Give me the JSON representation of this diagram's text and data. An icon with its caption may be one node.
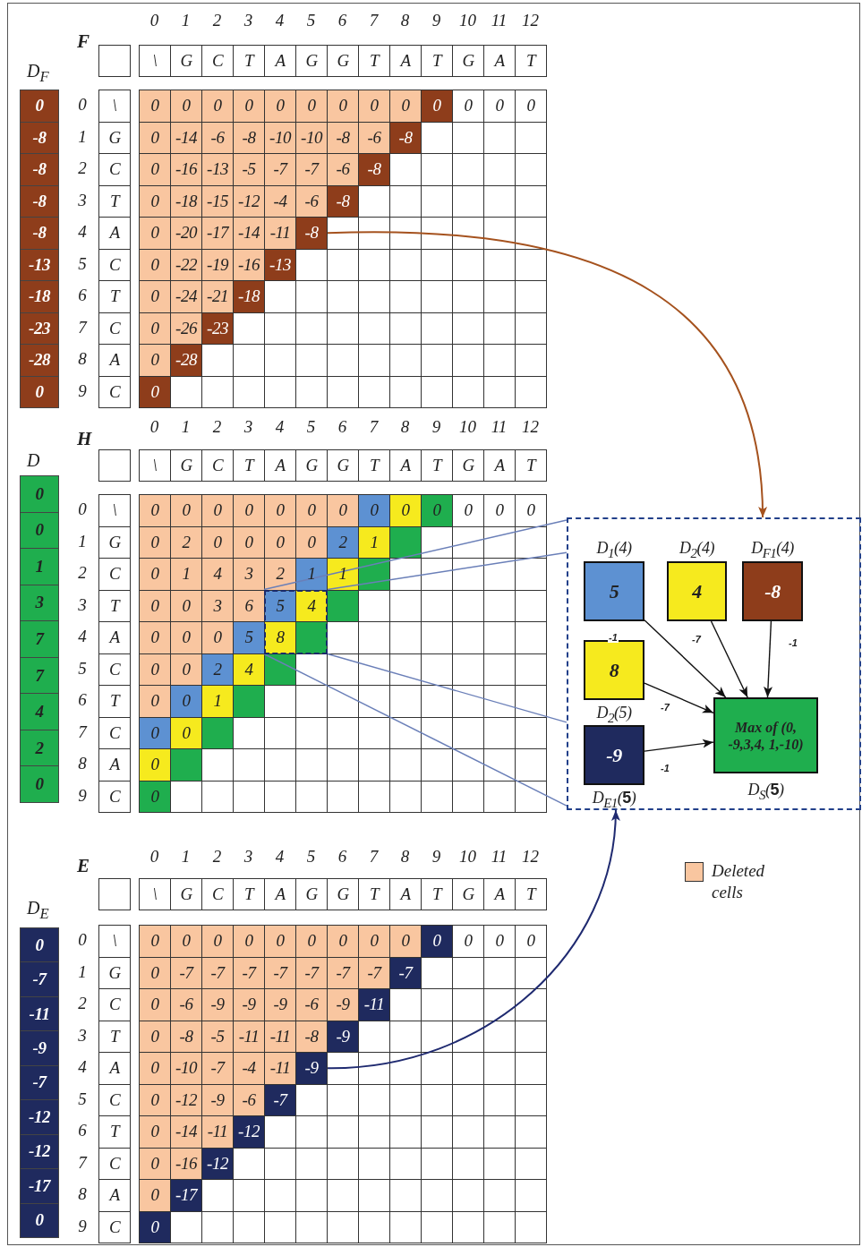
{
  "diagram": {
    "nodes": [
      {
        "text": [
          "-8"
        ]
      },
      {
        "text": [],
        "shape": "box"
      },
      {
        "text": [],
        "shape": "box"
      },
      {
        "text": [
          "D$_{1}$(4)",
          "5"
        ],
        "in": 2
      },
      {
        "text": [
          "D$_{2}$(4)",
          "4"
        ],
        "in": 2
      },
      {
        "text": [
          "D$_{F1}$(4)",
          "-8"
        ],
        "in": 2
      },
      {
        "text": [
          "8",
          "D$_{2}$(5)"
        ],
        "in": 2
      },
      {
        "text": [
          "-9",
          "D$_{E1}$(**5**)"
        ],
        "in": 2
      },
      {
        "text": [
          "Max of (0, -9,3,4, 1,-10)",
          "D$_{S}$(**5**)"
        ],
        "in": 2
      },
      {
        "text": [
          "-9"
        ]
      }
    ],
    "edges": [
      {
        "from": 0,
        "to": 2,
        "arrow": "to",
        "color": "#a5521e"
      },
      {
        "from": 1,
        "to": 2,
        "arrow": "none",
        "color": "#6a7fb8"
      },
      {
        "from": 1,
        "to": 2,
        "arrow": "none",
        "color": "#6a7fb8"
      },
      {
        "from": 1,
        "to": 2,
        "arrow": "none",
        "color": "#6a7fb8"
      },
      {
        "from": 1,
        "to": 2,
        "arrow": "none",
        "color": "#6a7fb8"
      },
      {
        "from": 3,
        "to": 8,
        "arrow": "to",
        "label": "-1"
      },
      {
        "from": 4,
        "to": 8,
        "arrow": "to",
        "label": "-7"
      },
      {
        "from": 5,
        "to": 8,
        "arrow": "to",
        "label": "-1"
      },
      {
        "from": 6,
        "to": 8,
        "arrow": "to",
        "label": "-7"
      },
      {
        "from": 7,
        "to": 8,
        "arrow": "to",
        "label": "-1"
      },
      {
        "from": 9,
        "to": 2,
        "arrow": "to",
        "color": "#1f2a70"
      }
    ],
    "labels": [
      "F",
      "D$_{F}$",
      "0",
      "-8",
      "-8",
      "-8",
      "-8",
      "-13",
      "-18",
      "-23",
      "-28",
      "0",
      "0",
      "1",
      "2",
      "3",
      "4",
      "5",
      "6",
      "7",
      "8",
      "9",
      "10",
      "11",
      "12",
      "\\",
      "G",
      "C",
      "T",
      "A",
      "G",
      "G",
      "T",
      "A",
      "T",
      "G",
      "A",
      "T",
      "0",
      "\\",
      "0",
      "0",
      "0",
      "0",
      "0",
      "0",
      "0",
      "0",
      "0",
      "0",
      "0",
      "0",
      "0",
      "1",
      "G",
      "0",
      "-14",
      "-6",
      "-8",
      "-10",
      "-10",
      "-8",
      "-6",
      "-8",
      "2",
      "C",
      "0",
      "-16",
      "-13",
      "-5",
      "-7",
      "-7",
      "-6",
      "-8",
      "3",
      "T",
      "0",
      "-18",
      "-15",
      "-12",
      "-4",
      "-6",
      "-8",
      "4",
      "A",
      "0",
      "-20",
      "-17",
      "-14",
      "-11",
      "5",
      "C",
      "0",
      "-22",
      "-19",
      "-16",
      "-13",
      "6",
      "T",
      "0",
      "-24",
      "-21",
      "-18",
      "7",
      "C",
      "0",
      "-26",
      "-23",
      "8",
      "A",
      "0",
      "-28",
      "9",
      "C",
      "0",
      "H",
      "D",
      "0",
      "0",
      "1",
      "3",
      "7",
      "7",
      "4",
      "2",
      "0",
      "0",
      "1",
      "2",
      "3",
      "4",
      "5",
      "6",
      "7",
      "8",
      "9",
      "10",
      "11",
      "12",
      "\\",
      "G",
      "C",
      "T",
      "A",
      "G",
      "G",
      "T",
      "A",
      "T",
      "G",
      "A",
      "T",
      "0",
      "\\",
      "0",
      "0",
      "0",
      "0",
      "0",
      "0",
      "0",
      "0",
      "0",
      "0",
      "0",
      "0",
      "0",
      "1",
      "G",
      "0",
      "2",
      "0",
      "0",
      "0",
      "0",
      "2",
      "1",
      "2",
      "C",
      "0",
      "1",
      "4",
      "3",
      "2",
      "1",
      "1",
      "3",
      "T",
      "0",
      "0",
      "3",
      "6",
      "5",
      "4",
      "4",
      "A",
      "0",
      "0",
      "0",
      "5",
      "8",
      "5",
      "C",
      "0",
      "0",
      "2",
      "4",
      "6",
      "T",
      "0",
      "0",
      "1",
      "7",
      "C",
      "0",
      "0",
      "8",
      "A",
      "0",
      "9",
      "C",
      "0",
      "E",
      "D$_{E}$",
      "0",
      "-7",
      "-11",
      "-9",
      "-7",
      "-12",
      "-12",
      "-17",
      "0",
      "0",
      "1",
      "2",
      "3",
      "4",
      "5",
      "6",
      "7",
      "8",
      "9",
      "10",
      "11",
      "12",
      "\\",
      "G",
      "C",
      "T",
      "A",
      "G",
      "G",
      "T",
      "A",
      "T",
      "G",
      "A",
      "T",
      "0",
      "\\",
      "0",
      "0",
      "0",
      "0",
      "0",
      "0",
      "0",
      "0",
      "0",
      "0",
      "0",
      "0",
      "0",
      "1",
      "G",
      "0",
      "-7",
      "-7",
      "-7",
      "-7",
      "-7",
      "-7",
      "-7",
      "-7",
      "2",
      "C",
      "0",
      "-6",
      "-9",
      "-9",
      "-9",
      "-6",
      "-9",
      "-11",
      "3",
      "T",
      "0",
      "-8",
      "-5",
      "-11",
      "-11",
      "-8",
      "-9",
      "4",
      "A",
      "0",
      "-10",
      "-7",
      "-4",
      "-11",
      "5",
      "C",
      "0",
      "-12",
      "-9",
      "-6",
      "-7",
      "6",
      "T",
      "0",
      "-14",
      "-11",
      "-12",
      "7",
      "C",
      "0",
      "-16",
      "-12",
      "8",
      "A",
      "0",
      "-17",
      "9",
      "C",
      "0"
    ],
    "legend": [
      {
        "text": "Deleted cells",
        "color": "#f9c6a0"
      }
    ]
  }
}
